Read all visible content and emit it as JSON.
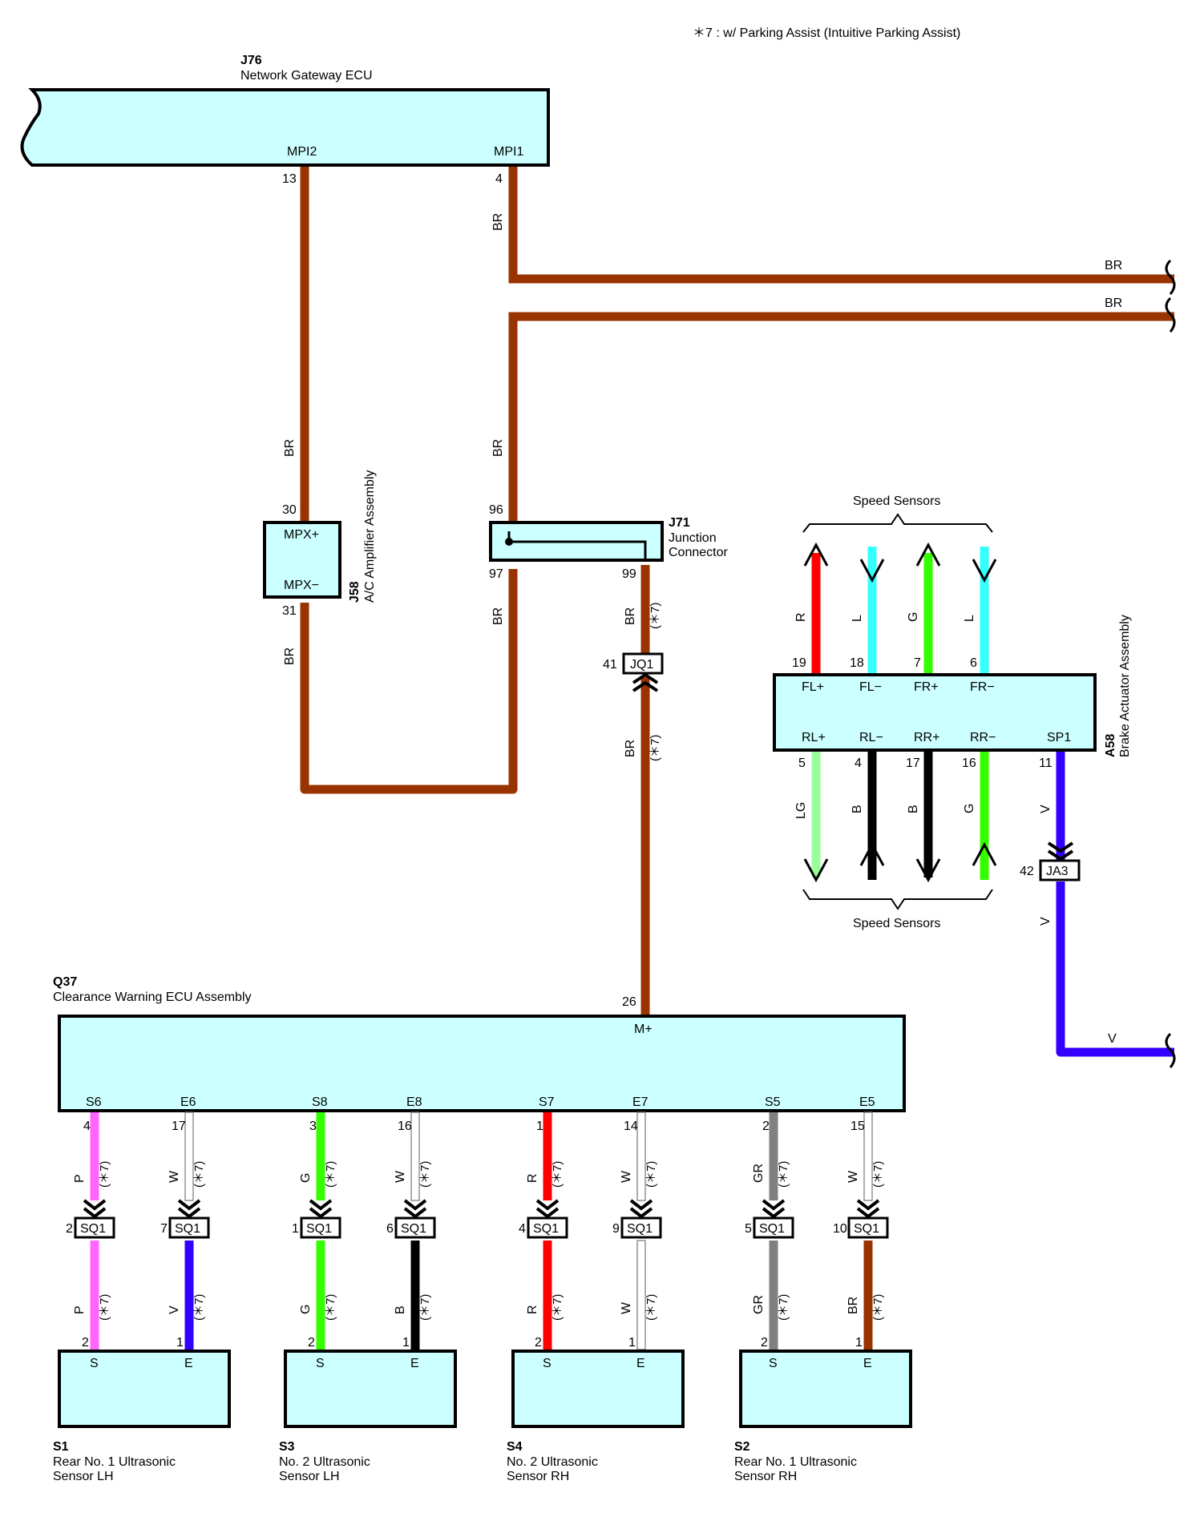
{
  "note": "＊7 : w/ Parking Assist (Intuitive Parking Assist)",
  "colors": {
    "BR": "#993300",
    "R": "#ff0000",
    "L": "#33ffff",
    "G": "#33ff00",
    "LG": "#99ff99",
    "B": "#000000",
    "V": "#3300ff",
    "P": "#ff66ff",
    "W": "#ffffff",
    "GR": "#808080",
    "box_fill": "#ccffff"
  },
  "j76": {
    "code": "J76",
    "name": "Network Gateway ECU",
    "pin_mpi2": "MPI2",
    "pin_mpi1": "MPI1",
    "pin_13": "13",
    "pin_4": "4"
  },
  "j58": {
    "code": "J58",
    "name": "A/C Amplifier Assembly",
    "pin_mpxp": "MPX+",
    "pin_mpxm": "MPX−",
    "pin_30": "30",
    "pin_31": "31"
  },
  "j71": {
    "code": "J71",
    "name_line1": "Junction",
    "name_line2": "Connector",
    "pin_96": "96",
    "pin_97": "97",
    "pin_99": "99"
  },
  "jq1": {
    "label": "JQ1",
    "pin": "41"
  },
  "ja3": {
    "label": "JA3",
    "pin": "42"
  },
  "a58": {
    "code": "A58",
    "name": "Brake Actuator Assembly",
    "top_terminals": [
      {
        "name": "FL+",
        "pin": "19",
        "wire": "R"
      },
      {
        "name": "FL−",
        "pin": "18",
        "wire": "L"
      },
      {
        "name": "FR+",
        "pin": "7",
        "wire": "G"
      },
      {
        "name": "FR−",
        "pin": "6",
        "wire": "L"
      }
    ],
    "bottom_terminals": [
      {
        "name": "RL+",
        "pin": "5",
        "wire": "LG"
      },
      {
        "name": "RL−",
        "pin": "4",
        "wire": "B"
      },
      {
        "name": "RR+",
        "pin": "17",
        "wire": "B"
      },
      {
        "name": "RR−",
        "pin": "16",
        "wire": "G"
      },
      {
        "name": "SP1",
        "pin": "11",
        "wire": "V"
      }
    ],
    "speed_sensors_top": "Speed Sensors",
    "speed_sensors_bottom": "Speed Sensors"
  },
  "q37": {
    "code": "Q37",
    "name": "Clearance Warning ECU Assembly",
    "pin_mplus": "M+",
    "pin_26": "26"
  },
  "q37_terminals": [
    {
      "name": "S6",
      "pin": "4",
      "wire": "P",
      "sq1_pin": "2",
      "lower_wire": "P",
      "sensor_pin": "2"
    },
    {
      "name": "E6",
      "pin": "17",
      "wire": "W",
      "sq1_pin": "7",
      "lower_wire": "V",
      "sensor_pin": "1"
    },
    {
      "name": "S8",
      "pin": "3",
      "wire": "G",
      "sq1_pin": "1",
      "lower_wire": "G",
      "sensor_pin": "2"
    },
    {
      "name": "E8",
      "pin": "16",
      "wire": "W",
      "sq1_pin": "6",
      "lower_wire": "B",
      "sensor_pin": "1"
    },
    {
      "name": "S7",
      "pin": "1",
      "wire": "R",
      "sq1_pin": "4",
      "lower_wire": "R",
      "sensor_pin": "2"
    },
    {
      "name": "E7",
      "pin": "14",
      "wire": "W",
      "sq1_pin": "9",
      "lower_wire": "W",
      "sensor_pin": "1"
    },
    {
      "name": "S5",
      "pin": "2",
      "wire": "GR",
      "sq1_pin": "5",
      "lower_wire": "GR",
      "sensor_pin": "2"
    },
    {
      "name": "E5",
      "pin": "15",
      "wire": "W",
      "sq1_pin": "10",
      "lower_wire": "BR",
      "sensor_pin": "1"
    }
  ],
  "sq1_label": "SQ1",
  "option_tag": "(＊7)",
  "sensors": [
    {
      "code": "S1",
      "line1": "Rear No.  1 Ultrasonic",
      "line2": "Sensor LH",
      "s": "S",
      "e": "E"
    },
    {
      "code": "S3",
      "line1": "No.  2 Ultrasonic",
      "line2": "Sensor LH",
      "s": "S",
      "e": "E"
    },
    {
      "code": "S4",
      "line1": "No.  2 Ultrasonic",
      "line2": "Sensor RH",
      "s": "S",
      "e": "E"
    },
    {
      "code": "S2",
      "line1": "Rear No.  1 Ultrasonic",
      "line2": "Sensor RH",
      "s": "S",
      "e": "E"
    }
  ],
  "wire_labels": {
    "br": "BR",
    "v": "V"
  }
}
